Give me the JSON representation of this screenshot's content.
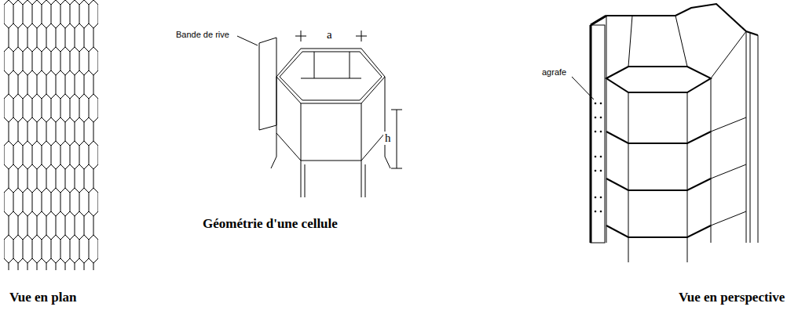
{
  "diagram": {
    "labels": [
      "Bande de rive",
      "a",
      "h",
      "Géométrie d'une cellule",
      "agrafe",
      "Vue en plan",
      "Vue en perspective"
    ]
  }
}
